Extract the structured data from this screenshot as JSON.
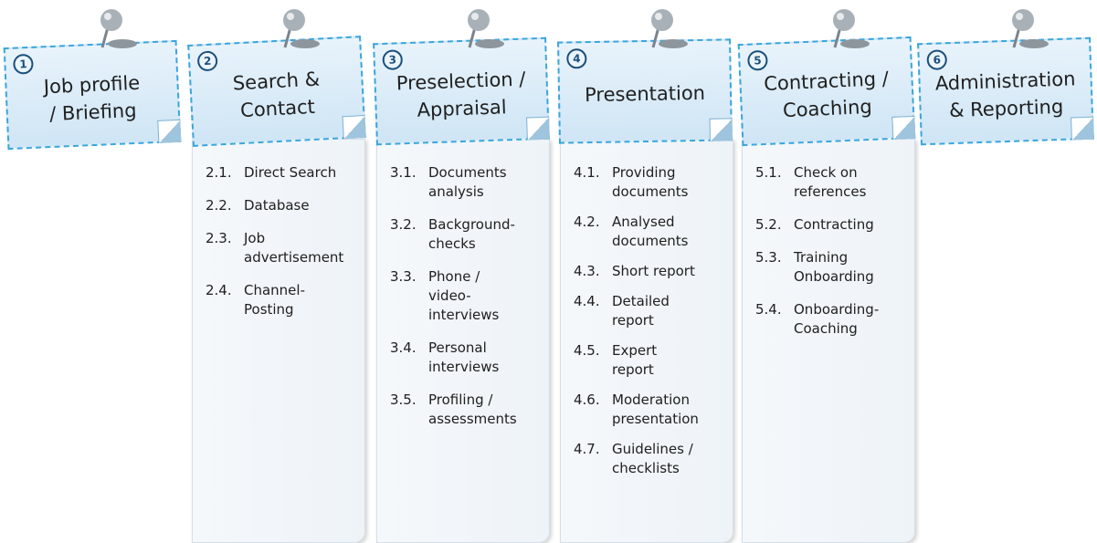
{
  "steps": [
    {
      "number": "1",
      "title": "Job profile\n/ Briefing",
      "items": []
    },
    {
      "number": "2",
      "title": "Search &\nContact",
      "items": [
        {
          "no": "2.1.",
          "text": "Direct Search"
        },
        {
          "no": "2.2.",
          "text": "Database"
        },
        {
          "no": "2.3.",
          "text": "Job\nadvertisement"
        },
        {
          "no": "2.4.",
          "text": "Channel-\nPosting"
        }
      ]
    },
    {
      "number": "3",
      "title": "Preselection /\nAppraisal",
      "items": [
        {
          "no": "3.1.",
          "text": "Documents\nanalysis"
        },
        {
          "no": "3.2.",
          "text": "Background-\nchecks"
        },
        {
          "no": "3.3.",
          "text": "Phone /\nvideo-\ninterviews"
        },
        {
          "no": "3.4.",
          "text": "Personal\ninterviews"
        },
        {
          "no": "3.5.",
          "text": "Profiling /\nassessments"
        }
      ]
    },
    {
      "number": "4",
      "title": "Presentation",
      "items": [
        {
          "no": "4.1.",
          "text": "Providing\ndocuments"
        },
        {
          "no": "4.2.",
          "text": "Analysed\ndocuments"
        },
        {
          "no": "4.3.",
          "text": "Short report"
        },
        {
          "no": "4.4.",
          "text": "Detailed\nreport"
        },
        {
          "no": "4.5.",
          "text": "Expert\nreport"
        },
        {
          "no": "4.6.",
          "text": "Moderation\npresentation"
        },
        {
          "no": "4.7.",
          "text": "Guidelines /\nchecklists"
        }
      ]
    },
    {
      "number": "5",
      "title": "Contracting /\nCoaching",
      "items": [
        {
          "no": "5.1.",
          "text": "Check on\nreferences"
        },
        {
          "no": "5.2.",
          "text": "Contracting"
        },
        {
          "no": "5.3.",
          "text": "Training\nOnboarding"
        },
        {
          "no": "5.4.",
          "text": "Onboarding-\nCoaching"
        }
      ]
    },
    {
      "number": "6",
      "title": "Administration\n& Reporting",
      "items": []
    }
  ],
  "colors": {
    "note_border": "#3aa6dd",
    "note_fill": "#d9ecf8",
    "number_ring": "#1b4f7a",
    "panel_fill": "#f2f6fa"
  },
  "icons": {
    "pin": "pushpin-icon"
  }
}
